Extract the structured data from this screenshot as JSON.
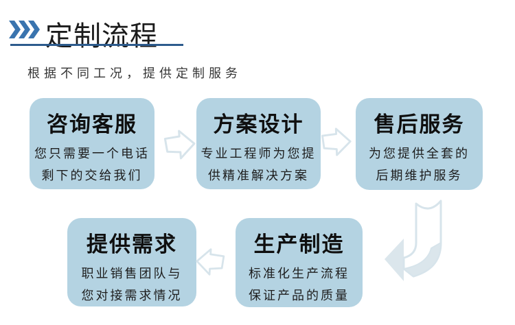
{
  "header": {
    "title": "定制流程",
    "subtitle": "根据不同工况，提供定制服务",
    "accent_color": "#3a74ae",
    "underline_color": "#2d5b8d",
    "icons": {
      "chevrons": "triple-chevron-right"
    }
  },
  "flow": {
    "box_fill_color": "#b4d3e2",
    "arrow_outline_color": "#d7e4eb",
    "arrow_fill_color": "#ffffff",
    "bent_arrow_color": "#dbe6ec",
    "icons": {
      "step_connector": "block-arrow",
      "row_connector": "bent-arrow-down-left"
    },
    "steps": [
      {
        "title": "咨询客服",
        "desc": [
          "您只需要一个电话",
          "剩下的交给我们"
        ]
      },
      {
        "title": "方案设计",
        "desc": [
          "专业工程师为您提",
          "供精准解决方案"
        ]
      },
      {
        "title": "售后服务",
        "desc": [
          "为您提供全套的",
          "后期维护服务"
        ]
      },
      {
        "title": "提供需求",
        "desc": [
          "职业销售团队与",
          "您对接需求情况"
        ]
      },
      {
        "title": "生产制造",
        "desc": [
          "标准化生产流程",
          "保证产品的质量"
        ]
      }
    ]
  }
}
